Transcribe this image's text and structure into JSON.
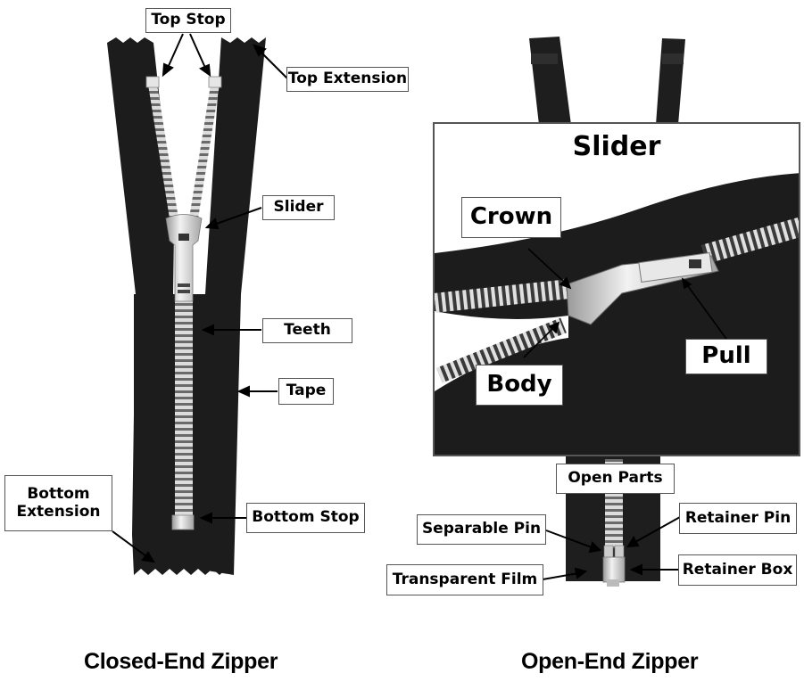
{
  "closed_end": {
    "caption": "Closed-End Zipper",
    "labels": {
      "top_stop": "Top Stop",
      "top_extension": "Top Extension",
      "slider": "Slider",
      "teeth": "Teeth",
      "tape": "Tape",
      "bottom_extension_line1": "Bottom",
      "bottom_extension_line2": "Extension",
      "bottom_stop": "Bottom Stop"
    }
  },
  "open_end": {
    "caption": "Open-End Zipper",
    "slider_inset": {
      "title": "Slider",
      "labels": {
        "crown": "Crown",
        "pull": "Pull",
        "body": "Body"
      }
    },
    "labels": {
      "open_parts": "Open Parts",
      "separable_pin": "Separable Pin",
      "retainer_pin": "Retainer Pin",
      "transparent_film": "Transparent Film",
      "retainer_box": "Retainer Box"
    }
  },
  "colors": {
    "tape": "#1c1c1c",
    "teeth": "#d8d8d8",
    "label_border": "#555555",
    "text": "#000000"
  }
}
